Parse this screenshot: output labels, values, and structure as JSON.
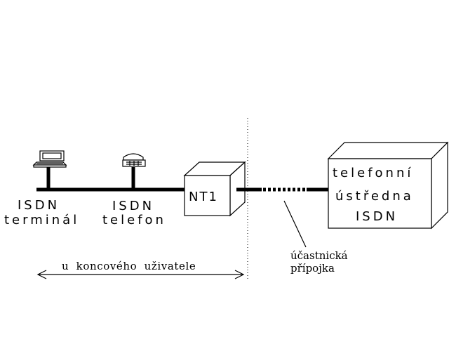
{
  "labels": {
    "isdn_terminal_line1": "ISDN",
    "isdn_terminal_line2": "terminál",
    "isdn_phone_line1": "ISDN",
    "isdn_phone_line2": "telefon",
    "nt1": "NT1",
    "exchange_line1": "telefonní",
    "exchange_line2": "ústředna",
    "exchange_line3": "ISDN",
    "subscriber_line1": "účastnická",
    "subscriber_line2": "přípojka",
    "user_side": "u koncového uživatele"
  },
  "colors": {
    "ink": "#000000",
    "paper": "#ffffff"
  },
  "icons": {
    "terminal": "computer-terminal-icon",
    "telephone": "telephone-icon"
  }
}
